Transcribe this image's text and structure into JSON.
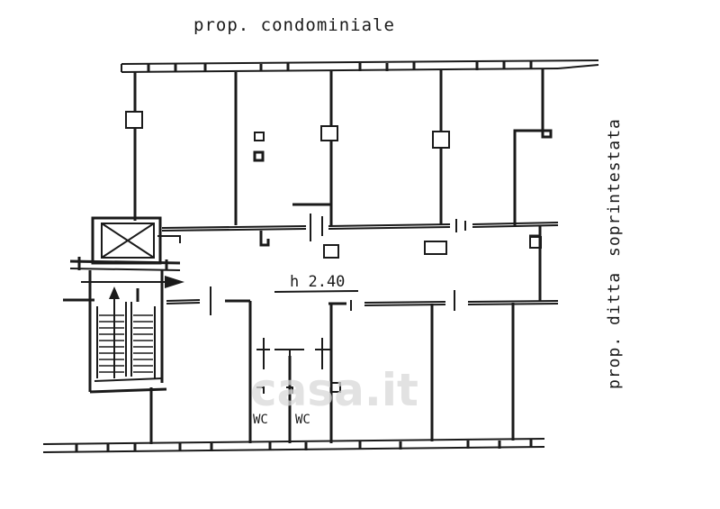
{
  "labels": {
    "top": "prop. condominiale",
    "right_upper": "soprintestata",
    "right_lower": "prop. ditta",
    "height": "h 2.40",
    "wc_left": "WC",
    "wc_right": "WC"
  },
  "watermark": {
    "text": "casa.it"
  },
  "colors": {
    "ink": "#1a1a1a",
    "paper": "#ffffff",
    "watermark": "#d9d9d9"
  }
}
